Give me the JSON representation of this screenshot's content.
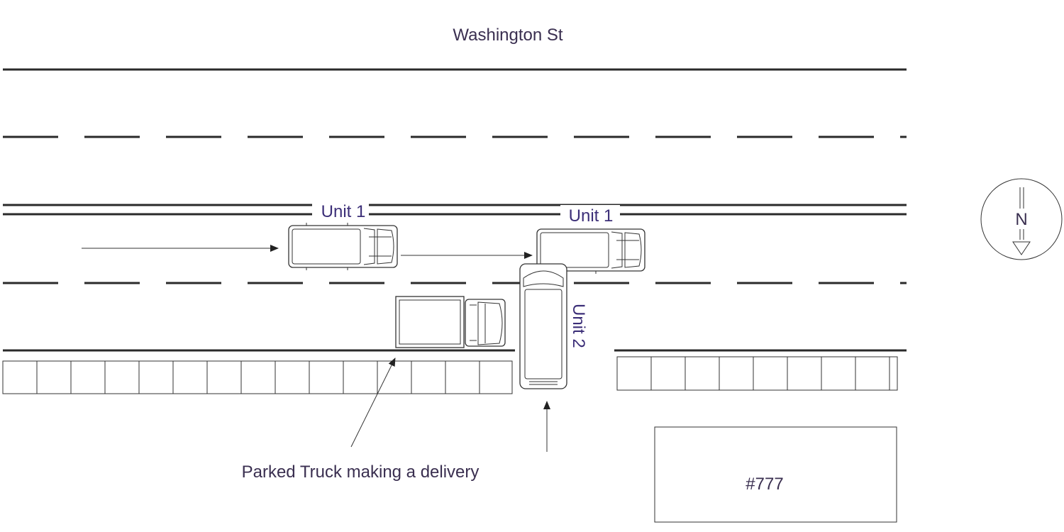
{
  "street": {
    "name": "Washington St"
  },
  "units": {
    "unit1_before": "Unit 1",
    "unit1_after": "Unit 1",
    "unit2": "Unit 2"
  },
  "annotations": {
    "parked_truck": "Parked Truck making a delivery"
  },
  "building": {
    "number": "#777"
  },
  "compass": {
    "label": "N"
  },
  "colors": {
    "line": "#2a2a2a",
    "label": "#3c2f78",
    "text": "#3a2f50"
  }
}
